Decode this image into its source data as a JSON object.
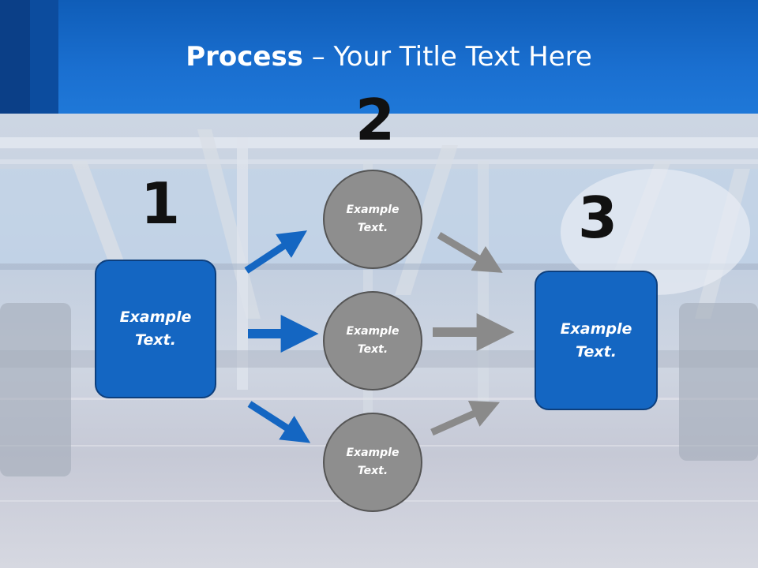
{
  "slide": {
    "title_bold": "Process",
    "title_rest": " – Your Title Text Here",
    "step_numbers": [
      "1",
      "2",
      "3"
    ],
    "left_box": {
      "text": "Example Text."
    },
    "right_box": {
      "text": "Example Text."
    },
    "circles": [
      {
        "text": "Example Text."
      },
      {
        "text": "Example Text."
      },
      {
        "text": "Example Text."
      }
    ]
  },
  "colors": {
    "header": "#1a6fd0",
    "box_fill": "#1466c2",
    "circle_fill": "#8e8e8e",
    "arrow_blue": "#1466c2",
    "arrow_gray": "#8a8a8a"
  }
}
